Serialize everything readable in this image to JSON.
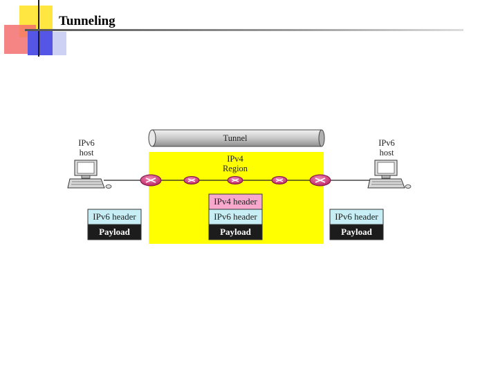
{
  "slide": {
    "title": "Tunneling"
  },
  "diagram": {
    "tunnel_label": "Tunnel",
    "region_label_line1": "IPv4",
    "region_label_line2": "Region",
    "left_host": {
      "line1": "IPv6",
      "line2": "host"
    },
    "right_host": {
      "line1": "IPv6",
      "line2": "host"
    },
    "left_packet": {
      "header": "IPv6 header",
      "payload": "Payload"
    },
    "middle_packet": {
      "outer_header": "IPv4 header",
      "inner_header": "IPv6 header",
      "payload": "Payload"
    },
    "right_packet": {
      "header": "IPv6 header",
      "payload": "Payload"
    },
    "colors": {
      "ipv4_region": "#ffff00",
      "ipv6_header": "#c6eef4",
      "ipv4_header": "#f7a8cc",
      "payload": "#1c1c1c",
      "router": "#d6357a",
      "tunnel": "#d4d4d4"
    }
  }
}
